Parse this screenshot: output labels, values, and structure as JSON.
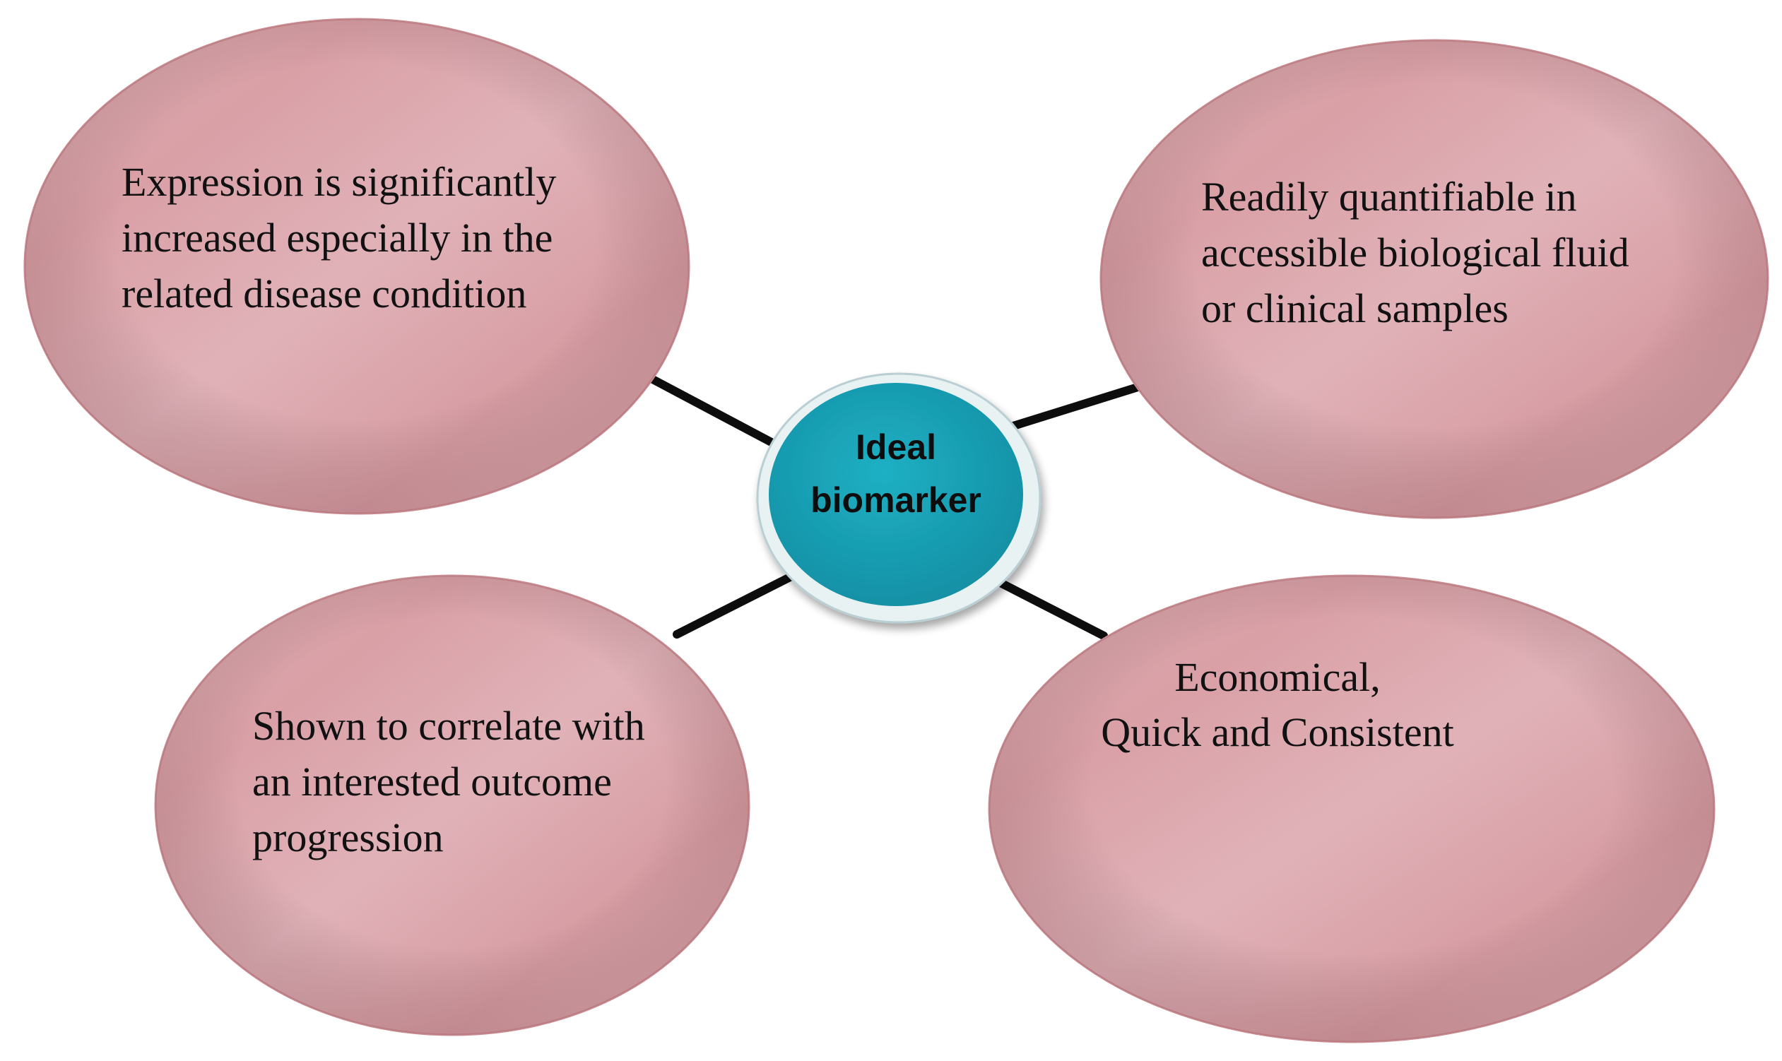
{
  "center": {
    "line1": "Ideal",
    "line2": "biomarker",
    "color": "#1aa3b8"
  },
  "nodes": {
    "top_left": {
      "line1": "Expression is significantly",
      "line2": "increased especially in the",
      "line3": "related disease condition"
    },
    "top_right": {
      "line1": "Readily quantifiable in",
      "line2": "accessible biological fluid",
      "line3": "or clinical samples"
    },
    "bottom_left": {
      "line1": "Shown to correlate with",
      "line2": "an interested outcome",
      "line3": "progression"
    },
    "bottom_right": {
      "line1": "Economical,",
      "line2": "Quick and Consistent"
    }
  },
  "colors": {
    "node_fill": "#dca8ad",
    "node_stroke": "#c98a90",
    "connector": "#0d0d0d"
  }
}
